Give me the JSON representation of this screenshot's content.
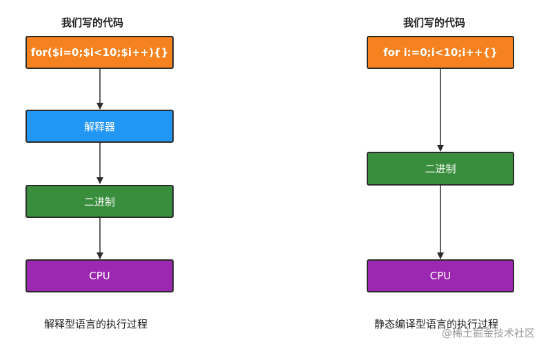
{
  "colors": {
    "orange": "#F5821F",
    "blue": "#2196F3",
    "green": "#388E3C",
    "purple": "#9C27B0",
    "border": "#2B2B2B"
  },
  "left_flow": {
    "title": "我们写的代码",
    "nodes": [
      {
        "id": "code",
        "label": "for($i=0;$i<10;$i++){}",
        "color": "orange"
      },
      {
        "id": "interpreter",
        "label": "解释器",
        "color": "blue"
      },
      {
        "id": "binary",
        "label": "二进制",
        "color": "green"
      },
      {
        "id": "cpu",
        "label": "CPU",
        "color": "purple"
      }
    ],
    "edges": [
      {
        "from": "code",
        "to": "interpreter"
      },
      {
        "from": "interpreter",
        "to": "binary"
      },
      {
        "from": "binary",
        "to": "cpu"
      }
    ],
    "caption": "解释型语言的执行过程"
  },
  "right_flow": {
    "title": "我们写的代码",
    "nodes": [
      {
        "id": "code",
        "label": "for i:=0;i<10;i++{}",
        "color": "orange"
      },
      {
        "id": "binary",
        "label": "二进制",
        "color": "green"
      },
      {
        "id": "cpu",
        "label": "CPU",
        "color": "purple"
      }
    ],
    "edges": [
      {
        "from": "code",
        "to": "binary"
      },
      {
        "from": "binary",
        "to": "cpu"
      }
    ],
    "caption": "静态编译型语言的执行过程"
  },
  "watermark": "@稀土掘金技术社区"
}
